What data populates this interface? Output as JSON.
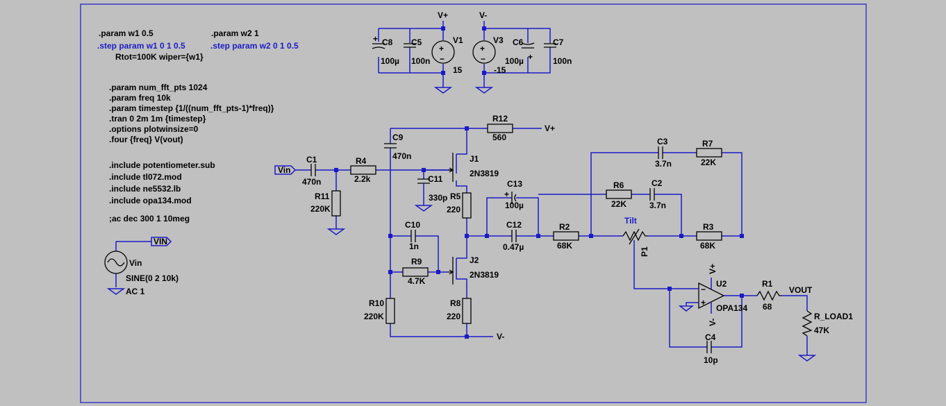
{
  "directives": {
    "param_w1": ".param w1 0.5",
    "param_w2": ".param w2 1",
    "step_w1": ".step param w1 0 1 0.5",
    "step_w2": ".step param w2 0 1 0.5",
    "rtot": "Rtot=100K wiper={w1}",
    "fft_pts": ".param num_fft_pts 1024",
    "freq": ".param freq 10k",
    "timestep": ".param timestep {1/((num_fft_pts-1)*freq)}",
    "tran": ".tran 0 2m 1m {timestep}",
    "options": ".options plotwinsize=0",
    "four": ".four {freq} V(vout)",
    "inc1": ".include potentiometer.sub",
    "inc2": ".include tl072.mod",
    "inc3": ".include ne5532.lb",
    "inc4": ".include opa134.mod",
    "ac": ";ac dec 300 1 10meg"
  },
  "labels": {
    "vin_port": "Vin",
    "vin_port2": "VIN",
    "vplus": "V+",
    "vminus": "V-",
    "vout": "VOUT",
    "tilt": "Tilt"
  },
  "components": {
    "c8": {
      "name": "C8",
      "value": "100µ"
    },
    "c5": {
      "name": "C5",
      "value": "100n"
    },
    "v1": {
      "name": "V1",
      "value": "15"
    },
    "v3": {
      "name": "V3",
      "value": "-15"
    },
    "c6": {
      "name": "C6",
      "value": "100µ"
    },
    "c7": {
      "name": "C7",
      "value": "100n"
    },
    "c1": {
      "name": "C1",
      "value": "470n"
    },
    "r4": {
      "name": "R4",
      "value": "2.2k"
    },
    "r11": {
      "name": "R11",
      "value": "220K"
    },
    "c9": {
      "name": "C9",
      "value": "470n"
    },
    "c11": {
      "name": "C11",
      "value": "330p"
    },
    "r12": {
      "name": "R12",
      "value": "560"
    },
    "j1": {
      "name": "J1",
      "value": "2N3819"
    },
    "r5": {
      "name": "R5",
      "value": "220"
    },
    "c10": {
      "name": "C10",
      "value": "1n"
    },
    "r9": {
      "name": "R9",
      "value": "4.7K"
    },
    "j2": {
      "name": "J2",
      "value": "2N3819"
    },
    "r10": {
      "name": "R10",
      "value": "220K"
    },
    "r8": {
      "name": "R8",
      "value": "220"
    },
    "c13": {
      "name": "C13",
      "value": "100µ"
    },
    "c12": {
      "name": "C12",
      "value": "0.47µ"
    },
    "r2": {
      "name": "R2",
      "value": "68K"
    },
    "r6": {
      "name": "R6",
      "value": "22K"
    },
    "c2": {
      "name": "C2",
      "value": "3.7n"
    },
    "c3": {
      "name": "C3",
      "value": "3.7n"
    },
    "r7": {
      "name": "R7",
      "value": "22K"
    },
    "p1": {
      "name": "P1"
    },
    "r3": {
      "name": "R3",
      "value": "68K"
    },
    "u2": {
      "name": "U2",
      "value": "OPA134"
    },
    "r1": {
      "name": "R1",
      "value": "68"
    },
    "rload": {
      "name": "R_LOAD1",
      "value": "47K"
    },
    "c4": {
      "name": "C4",
      "value": "10p"
    },
    "vin": {
      "name": "Vin",
      "value": "SINE(0 2 10k)",
      "ac": "AC 1"
    }
  }
}
